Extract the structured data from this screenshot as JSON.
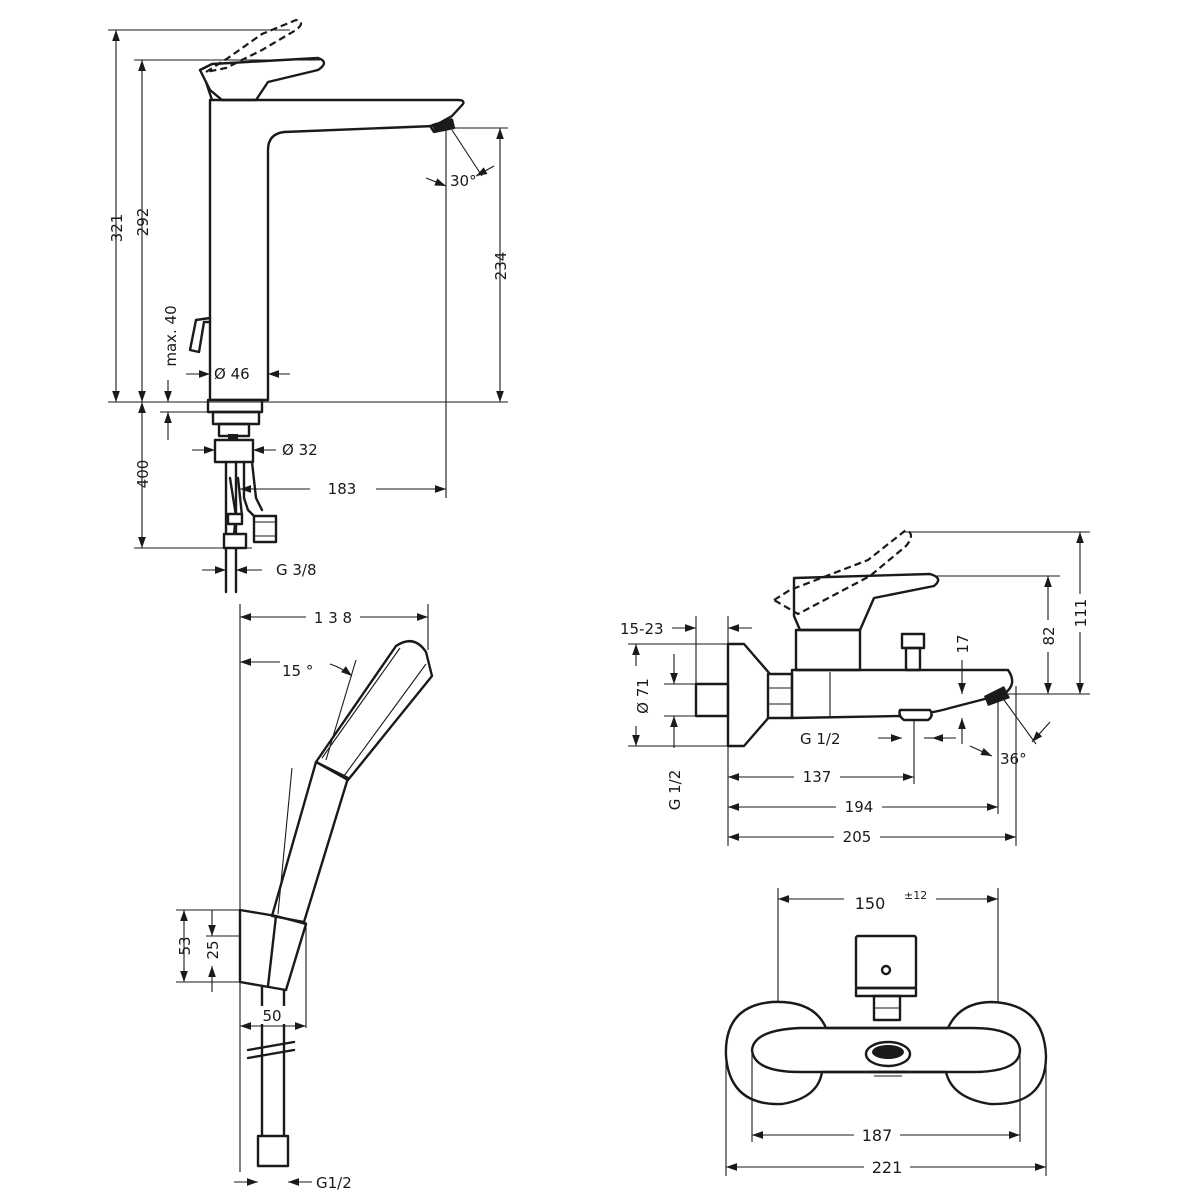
{
  "basin_mixer": {
    "dims": {
      "height_total": "321",
      "height_spout_top": "292",
      "spout_outlet_height": "234",
      "popup_rod": "max. 40",
      "body_diameter": "Ø 46",
      "shank_diameter": "Ø 32",
      "spout_reach": "183",
      "hose_length": "400",
      "connection": "G 3/8",
      "spray_angle": "30°"
    }
  },
  "hand_shower": {
    "dims": {
      "length": "1 3 8",
      "tilt_angle": "15 °",
      "holder_height": "53",
      "holder_offset": "25",
      "holder_width": "50",
      "connection": "G1/2"
    }
  },
  "bath_mixer_side": {
    "dims": {
      "eccentric": "15-23",
      "rosette_diameter": "Ø 71",
      "wall_connection": "G 1/2",
      "outlet_thread": "G 1/2",
      "diverter_offset": "17",
      "height_body": "82",
      "height_total": "111",
      "spray_angle": "36°",
      "reach_outlet": "137",
      "reach_spout": "194",
      "reach_total": "205"
    }
  },
  "bath_mixer_front": {
    "dims": {
      "centers": "150",
      "centers_tolerance": "±12",
      "rosette_span_inner": "187",
      "rosette_span_outer": "221"
    }
  }
}
